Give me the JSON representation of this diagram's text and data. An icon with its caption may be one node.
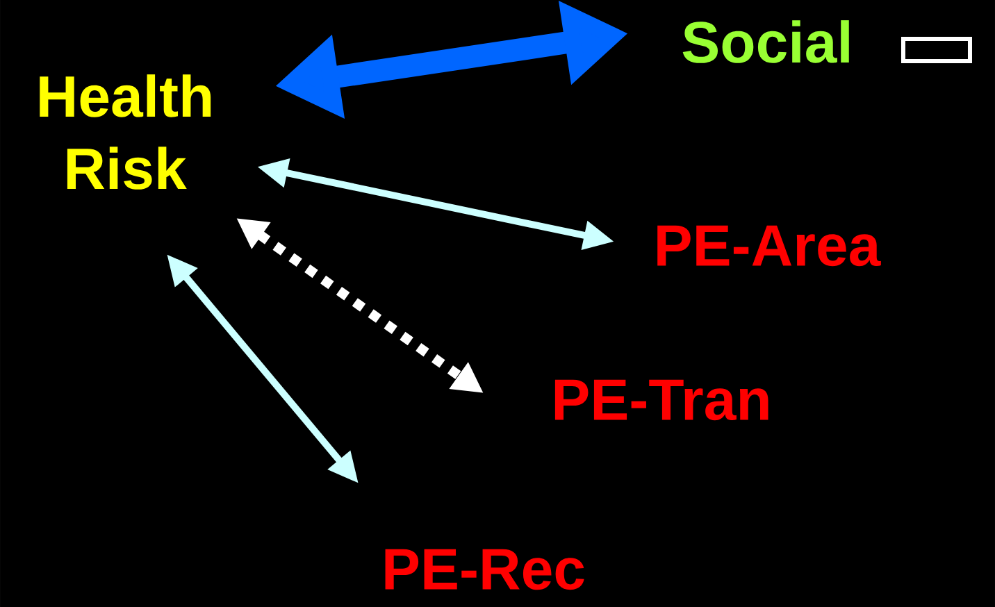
{
  "diagram": {
    "nodes": [
      {
        "text": [
          "Health Risk"
        ]
      },
      {
        "text": [
          "Social"
        ]
      },
      {
        "text": [
          "PE-Area"
        ]
      },
      {
        "text": [
          "PE-Tran"
        ]
      },
      {
        "text": [
          "PE-Rec"
        ]
      }
    ],
    "edges": [
      {
        "from": 0,
        "to": 1,
        "arrow": "both",
        "style": "thick",
        "color": "#0066ff"
      },
      {
        "from": 0,
        "to": 2,
        "arrow": "both"
      },
      {
        "from": 0,
        "to": 3,
        "arrow": "both",
        "style": "dashed",
        "color": "#ffffff"
      },
      {
        "from": 0,
        "to": 4,
        "arrow": "both"
      }
    ]
  }
}
